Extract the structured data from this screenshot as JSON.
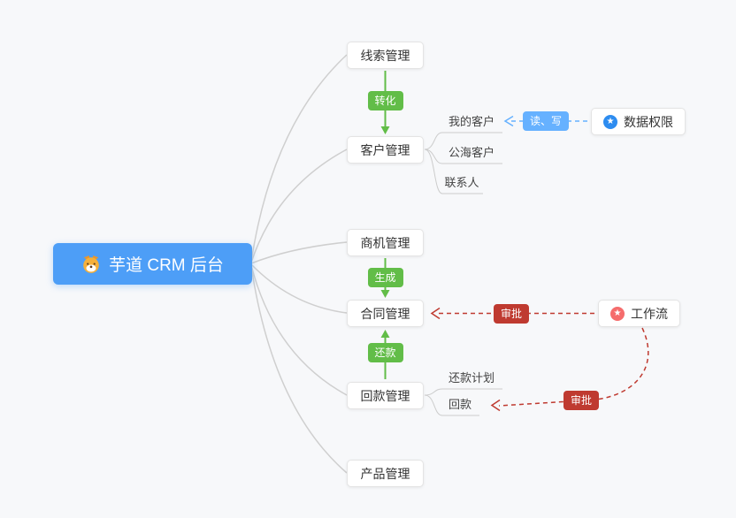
{
  "hub": {
    "label": "芋道 CRM 后台",
    "icon": "dog-icon"
  },
  "nodes": [
    {
      "label": "线索管理"
    },
    {
      "label": "客户管理"
    },
    {
      "label": "商机管理"
    },
    {
      "label": "合同管理"
    },
    {
      "label": "回款管理"
    },
    {
      "label": "产品管理"
    }
  ],
  "side_nodes": [
    {
      "label": "数据权限",
      "icon": "star-icon",
      "icon_color": "#2d8cf0"
    },
    {
      "label": "工作流",
      "icon": "star-icon",
      "icon_color": "#f56c6c"
    }
  ],
  "children": {
    "customer": [
      {
        "label": "我的客户"
      },
      {
        "label": "公海客户"
      },
      {
        "label": "联系人"
      }
    ],
    "receivable": [
      {
        "label": "还款计划"
      },
      {
        "label": "回款"
      }
    ]
  },
  "edge_labels": {
    "convert": "转化",
    "generate": "生成",
    "repay": "还款",
    "read_write": "读、写",
    "approve_contract": "审批",
    "approve_receivable": "审批"
  },
  "colors": {
    "hub_bg": "#4d9ef7",
    "green": "#62bd48",
    "light_blue": "#66b1ff",
    "red": "#bf3a30",
    "blue_star_circle": "#2d8cf0",
    "red_star_circle": "#f56c6c",
    "node_border": "#e4e4e4",
    "connector_gray": "#cfcfcf",
    "background": "#f7f8fa"
  }
}
